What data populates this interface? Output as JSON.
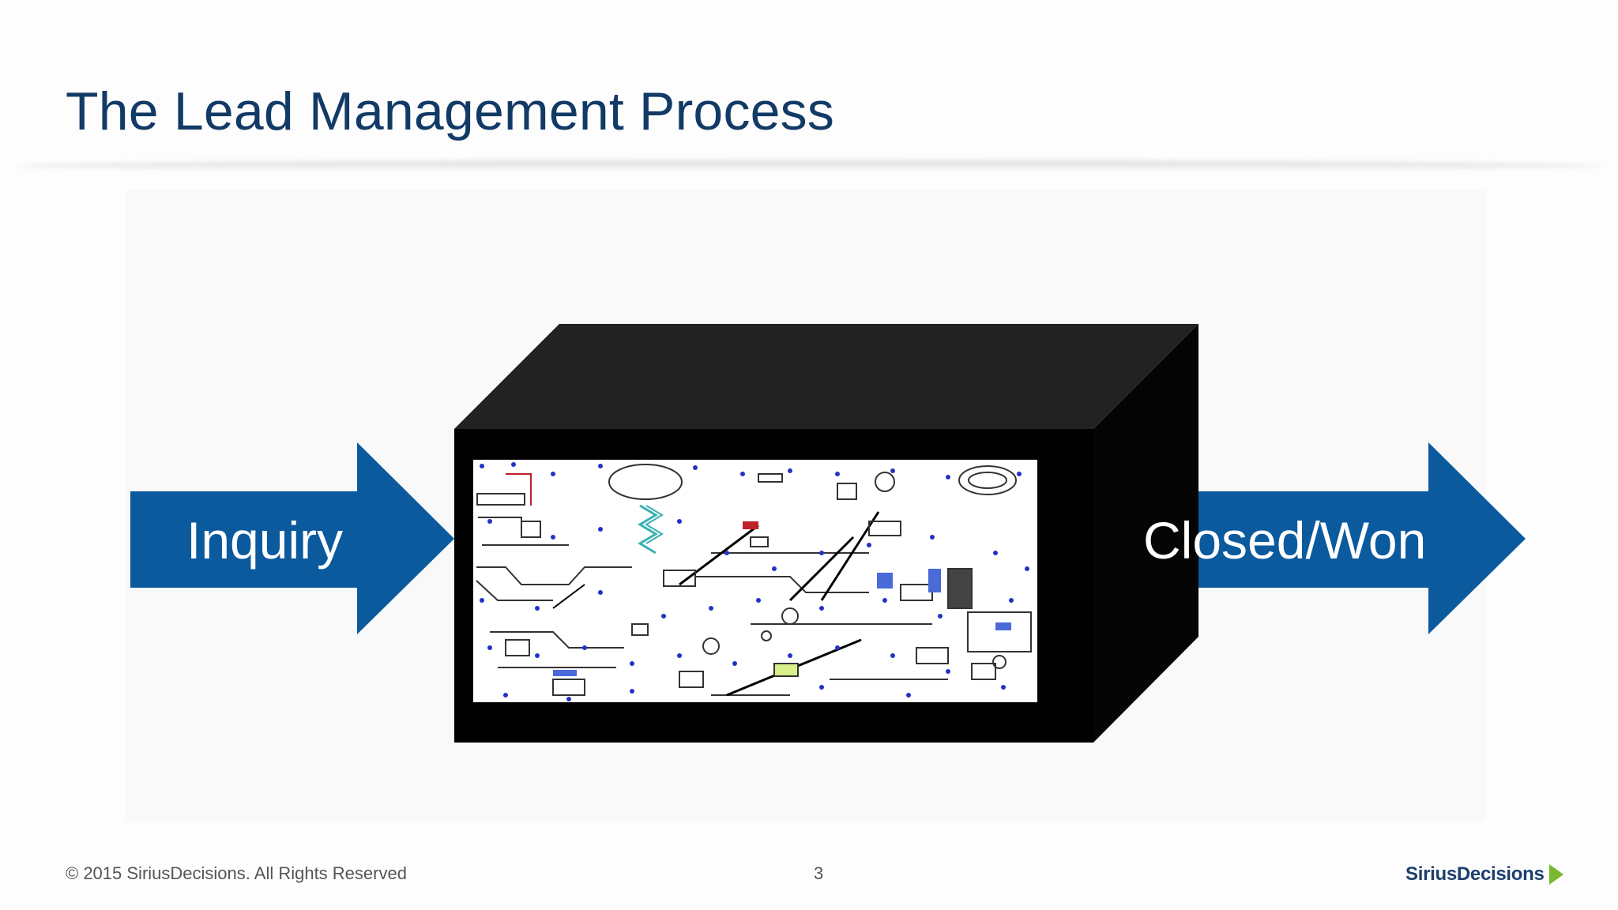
{
  "slide": {
    "title": "The Lead Management Process",
    "page_number": "3",
    "copyright": "© 2015 SiriusDecisions. All Rights Reserved",
    "logo_text": "SiriusDecisions"
  },
  "diagram": {
    "input_label": "Inquiry",
    "output_label": "Closed/Won",
    "center_element": "black-box-with-complex-process-map",
    "colors": {
      "arrow": "#0b5a9e",
      "box": "#000000",
      "box_top": "#222222",
      "title": "#123a66",
      "logo_chevron": "#7ab82e"
    }
  }
}
